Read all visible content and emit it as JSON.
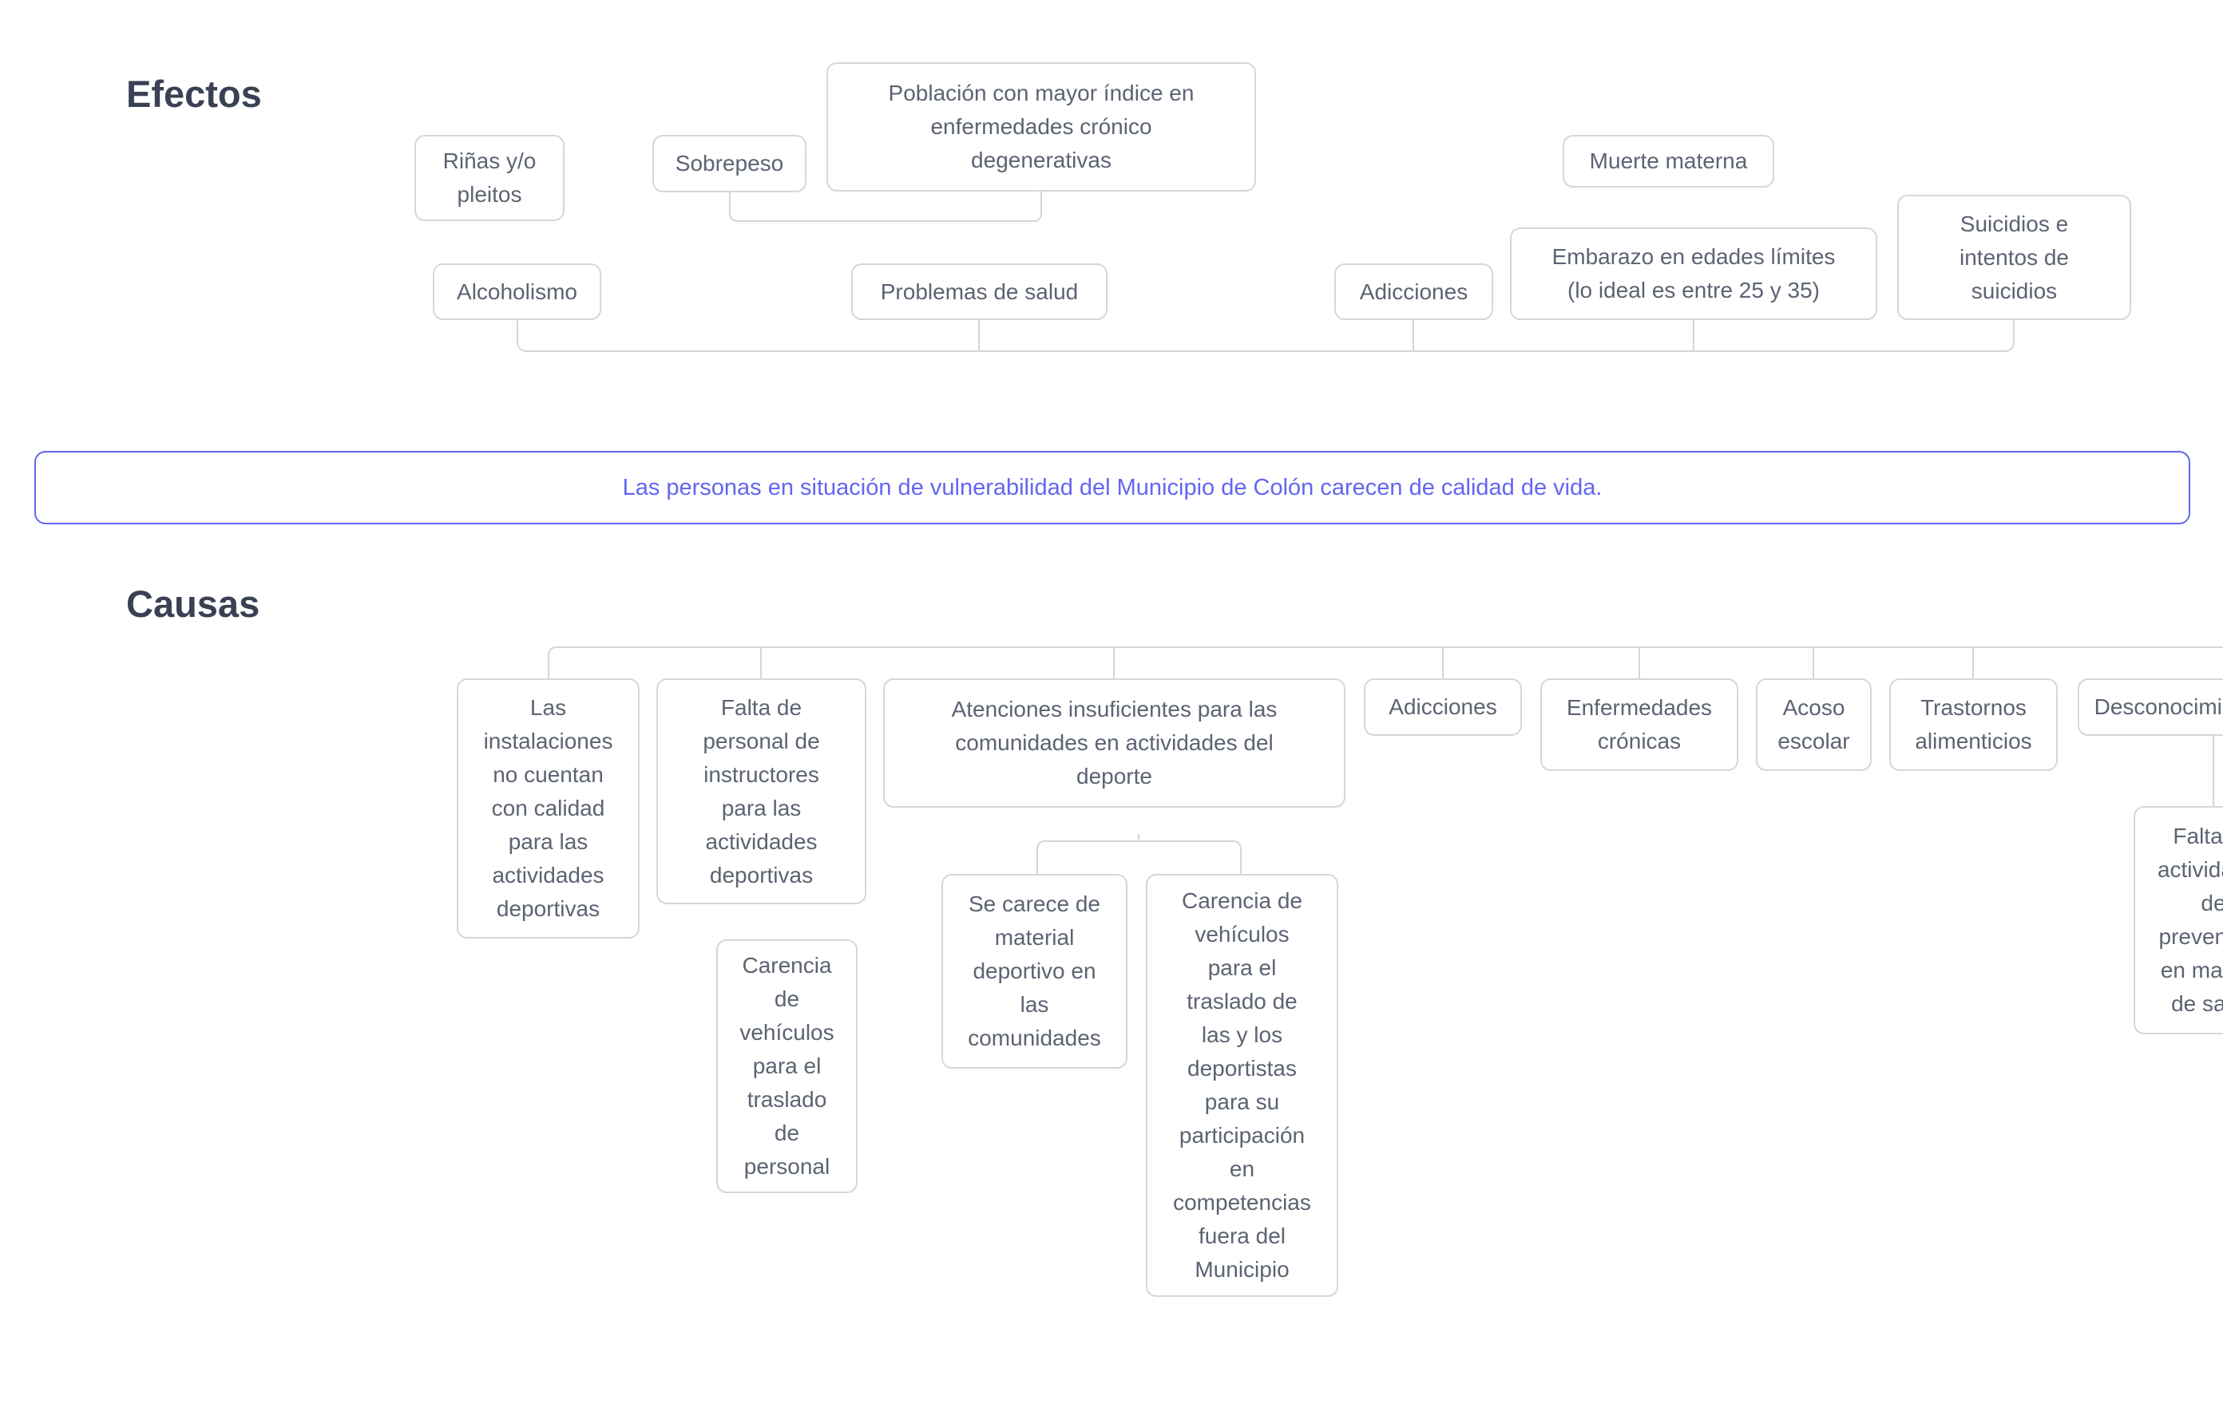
{
  "titles": {
    "effects": "Efectos",
    "causes": "Causas"
  },
  "problem": {
    "label": "Las personas en situación de vulnerabilidad del Municipio de Colón carecen de calidad de vida."
  },
  "effects": {
    "rinas": {
      "label": "Riñas y/o pleitos"
    },
    "sobrepeso": {
      "label": "Sobrepeso"
    },
    "poblacion": {
      "label": "Población con mayor índice en enfermedades crónico degenerativas"
    },
    "muerte": {
      "label": "Muerte materna"
    },
    "alcoholismo": {
      "label": "Alcoholismo"
    },
    "problemas_salud": {
      "label": "Problemas de salud"
    },
    "adicciones": {
      "label": "Adicciones"
    },
    "embarazo": {
      "label": "Embarazo en edades límites (lo ideal es entre 25 y 35)"
    },
    "suicidios": {
      "label": "Suicidios e intentos de suicidios"
    }
  },
  "causes": {
    "instalaciones": {
      "label": "Las instalaciones no cuentan con calidad para las actividades deportivas"
    },
    "falta_personal": {
      "label": "Falta de personal de instructores para las actividades deportivas"
    },
    "atenciones": {
      "label": "Atenciones insuficientes para las comunidades en actividades del deporte"
    },
    "adicciones": {
      "label": "Adicciones"
    },
    "enfermedades": {
      "label": "Enfermedades crónicas"
    },
    "acoso": {
      "label": "Acoso escolar"
    },
    "trastornos": {
      "label": "Trastornos alimenticios"
    },
    "desconocimiento": {
      "label": "Desconocimiento"
    },
    "carencia_personal": {
      "label": "Carencia de vehículos para el traslado de personal"
    },
    "se_carece_material": {
      "label": "Se carece de material deportivo en las comunidades"
    },
    "carencia_deportistas": {
      "label": "Carencia de vehículos para el traslado de las y los deportistas para su participación en competencias fuera del Municipio"
    },
    "falta_prevencion": {
      "label": "Falta de actividades de prevención en materia de salud"
    }
  },
  "colors": {
    "accent": "#6366f1",
    "node_border": "#d6d7da",
    "connector": "#d5d6d9",
    "node_text": "#5c6372",
    "heading_text": "#3a4154",
    "background": "#ffffff"
  }
}
